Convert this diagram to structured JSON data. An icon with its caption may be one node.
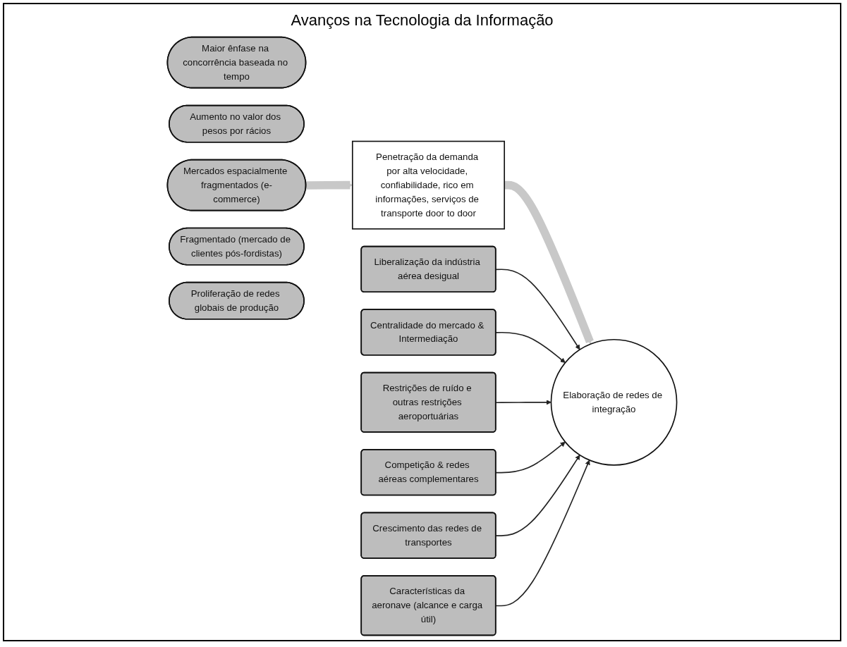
{
  "diagram": {
    "title": "Avanços na Tecnologia da Informação",
    "nodes": [
      {
        "text": [
          "Maior ênfase na concorrência baseada no tempo"
        ]
      },
      {
        "text": [
          "Aumento no valor dos pesos por rácios"
        ]
      },
      {
        "text": [
          "Mercados espacialmente fragmentados (e-commerce)"
        ]
      },
      {
        "text": [
          "Fragmentado (mercado de clientes pós-fordistas)"
        ]
      },
      {
        "text": [
          "Proliferação de redes globais de produção"
        ]
      },
      {
        "text": [
          "Penetração da demanda por alta velocidade, confiabilidade, rico em informações, serviços de transporte door to door"
        ]
      },
      {
        "text": [
          "Liberalização da indústria aérea desigual"
        ]
      },
      {
        "text": [
          "Centralidade do mercado & Intermediação"
        ]
      },
      {
        "text": [
          "Restrições de ruído e outras restrições aeroportuárias"
        ]
      },
      {
        "text": [
          "Elaboração de redes de integração"
        ]
      },
      {
        "text": [
          "Competição & redes aéreas complementares"
        ]
      },
      {
        "text": [
          "Crescimento das redes de transportes"
        ]
      },
      {
        "text": [
          "Características da aeronave (alcance e carga útil)"
        ]
      }
    ],
    "edges": [
      {
        "from": 2,
        "to": 5,
        "arrow": "to",
        "style": "thick",
        "color": "#c8c8c8"
      },
      {
        "from": 5,
        "to": 9,
        "arrow": "to",
        "style": "thick",
        "color": "#c8c8c8"
      },
      {
        "from": 6,
        "to": 9,
        "arrow": "to"
      },
      {
        "from": 7,
        "to": 9,
        "arrow": "to"
      },
      {
        "from": 8,
        "to": 9,
        "arrow": "to"
      },
      {
        "from": 10,
        "to": 9,
        "arrow": "to"
      },
      {
        "from": 11,
        "to": 9,
        "arrow": "to"
      },
      {
        "from": 12,
        "to": 9,
        "arrow": "to"
      }
    ]
  }
}
